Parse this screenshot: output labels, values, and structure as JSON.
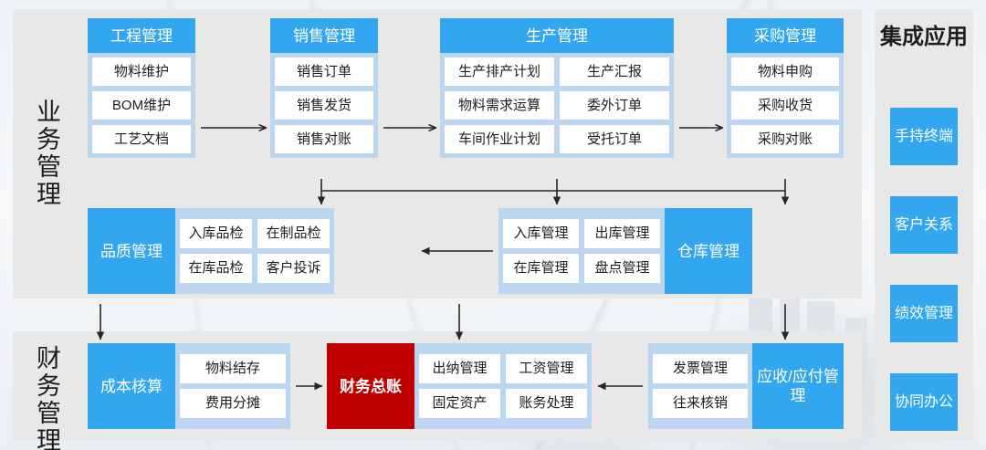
{
  "sections": {
    "business_label": "业务管理",
    "finance_label": "财务管理",
    "apps_label": "集成应用"
  },
  "colors": {
    "header_blue": "#32a7ef",
    "body_light_blue": "#bcd6f0",
    "panel_gray": "#e8e8e8",
    "leaf_white": "#ffffff",
    "accent_red": "#c00000",
    "text_dark": "#1d1d1d"
  },
  "modules": {
    "engineering": {
      "title": "工程管理",
      "items": [
        "物料维护",
        "BOM维护",
        "工艺文档"
      ]
    },
    "sales": {
      "title": "销售管理",
      "items": [
        "销售订单",
        "销售发货",
        "销售对账"
      ]
    },
    "production": {
      "title": "生产管理",
      "items": [
        "生产排产计划",
        "生产汇报",
        "物料需求运算",
        "委外订单",
        "车间作业计划",
        "受托订单"
      ]
    },
    "purchasing": {
      "title": "采购管理",
      "items": [
        "物料申购",
        "采购收货",
        "采购对账"
      ]
    },
    "quality": {
      "title": "品质管理",
      "items": [
        "入库品检",
        "在制品检",
        "在库品检",
        "客户投诉"
      ]
    },
    "warehouse": {
      "title": "仓库管理",
      "items": [
        "入库管理",
        "出库管理",
        "在库管理",
        "盘点管理"
      ]
    },
    "cost": {
      "title": "成本核算",
      "items": [
        "物料结存",
        "费用分摊"
      ]
    },
    "general_ledger": {
      "title": "财务总账",
      "items": [
        "出纳管理",
        "工资管理",
        "固定资产",
        "账务处理"
      ]
    },
    "receivable_payable": {
      "title": "应收/应付管理",
      "items": [
        "发票管理",
        "往来核销"
      ]
    }
  },
  "apps": [
    {
      "label": "手持终端"
    },
    {
      "label": "客户关系"
    },
    {
      "label": "绩效管理"
    },
    {
      "label": "协同办公"
    }
  ]
}
